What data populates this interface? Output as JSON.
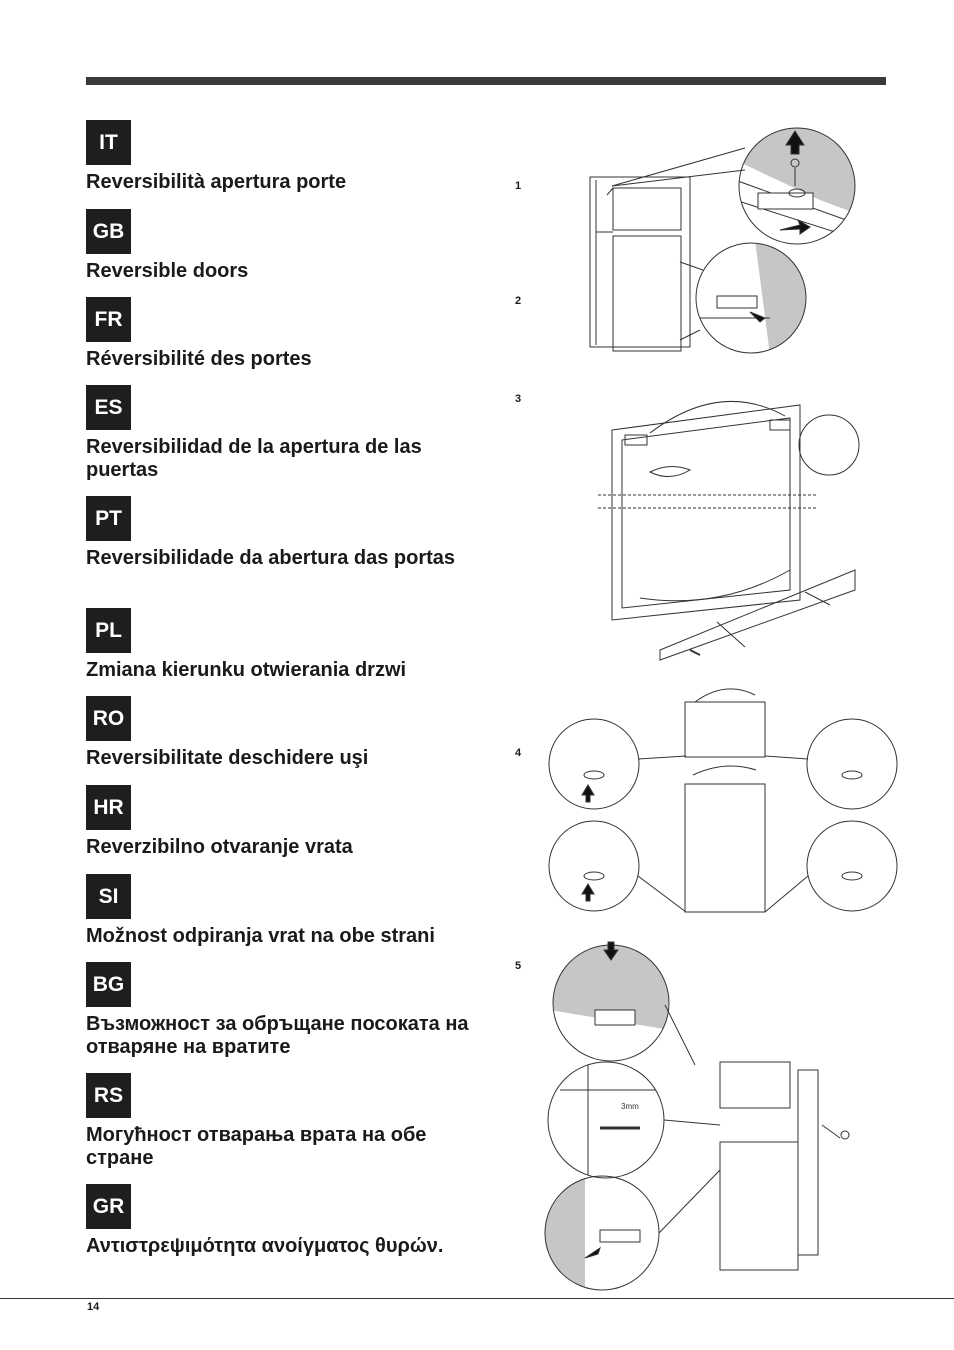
{
  "sections": [
    {
      "code": "IT",
      "title": "Reversibilità apertura porte"
    },
    {
      "code": "GB",
      "title": "Reversible doors"
    },
    {
      "code": "FR",
      "title": "Réversibilité des portes"
    },
    {
      "code": "ES",
      "title": "Reversibilidad de la apertura de las puertas"
    },
    {
      "code": "PT",
      "title": "Reversibilidade da abertura das portas"
    },
    {
      "code": "PL",
      "title": "Zmiana kierunku otwierania drzwi"
    },
    {
      "code": "RO",
      "title": "Reversibilitate deschidere uşi"
    },
    {
      "code": "HR",
      "title": "Reverzibilno otvaranje vrata"
    },
    {
      "code": "SI",
      "title": "Možnost odpiranja vrat na obe strani"
    },
    {
      "code": "BG",
      "title": "Възможност за обръщане посоката на отваряне на вратите"
    },
    {
      "code": "RS",
      "title": "Могућност отварања врата на обе стране"
    },
    {
      "code": "GR",
      "title": "Αντιστρεψιμότητα ανοίγματος θυρών."
    }
  ],
  "steps": [
    "1",
    "2",
    "3",
    "4",
    "5"
  ],
  "figure": {
    "dimension_label": "3mm"
  },
  "page_number": "14"
}
